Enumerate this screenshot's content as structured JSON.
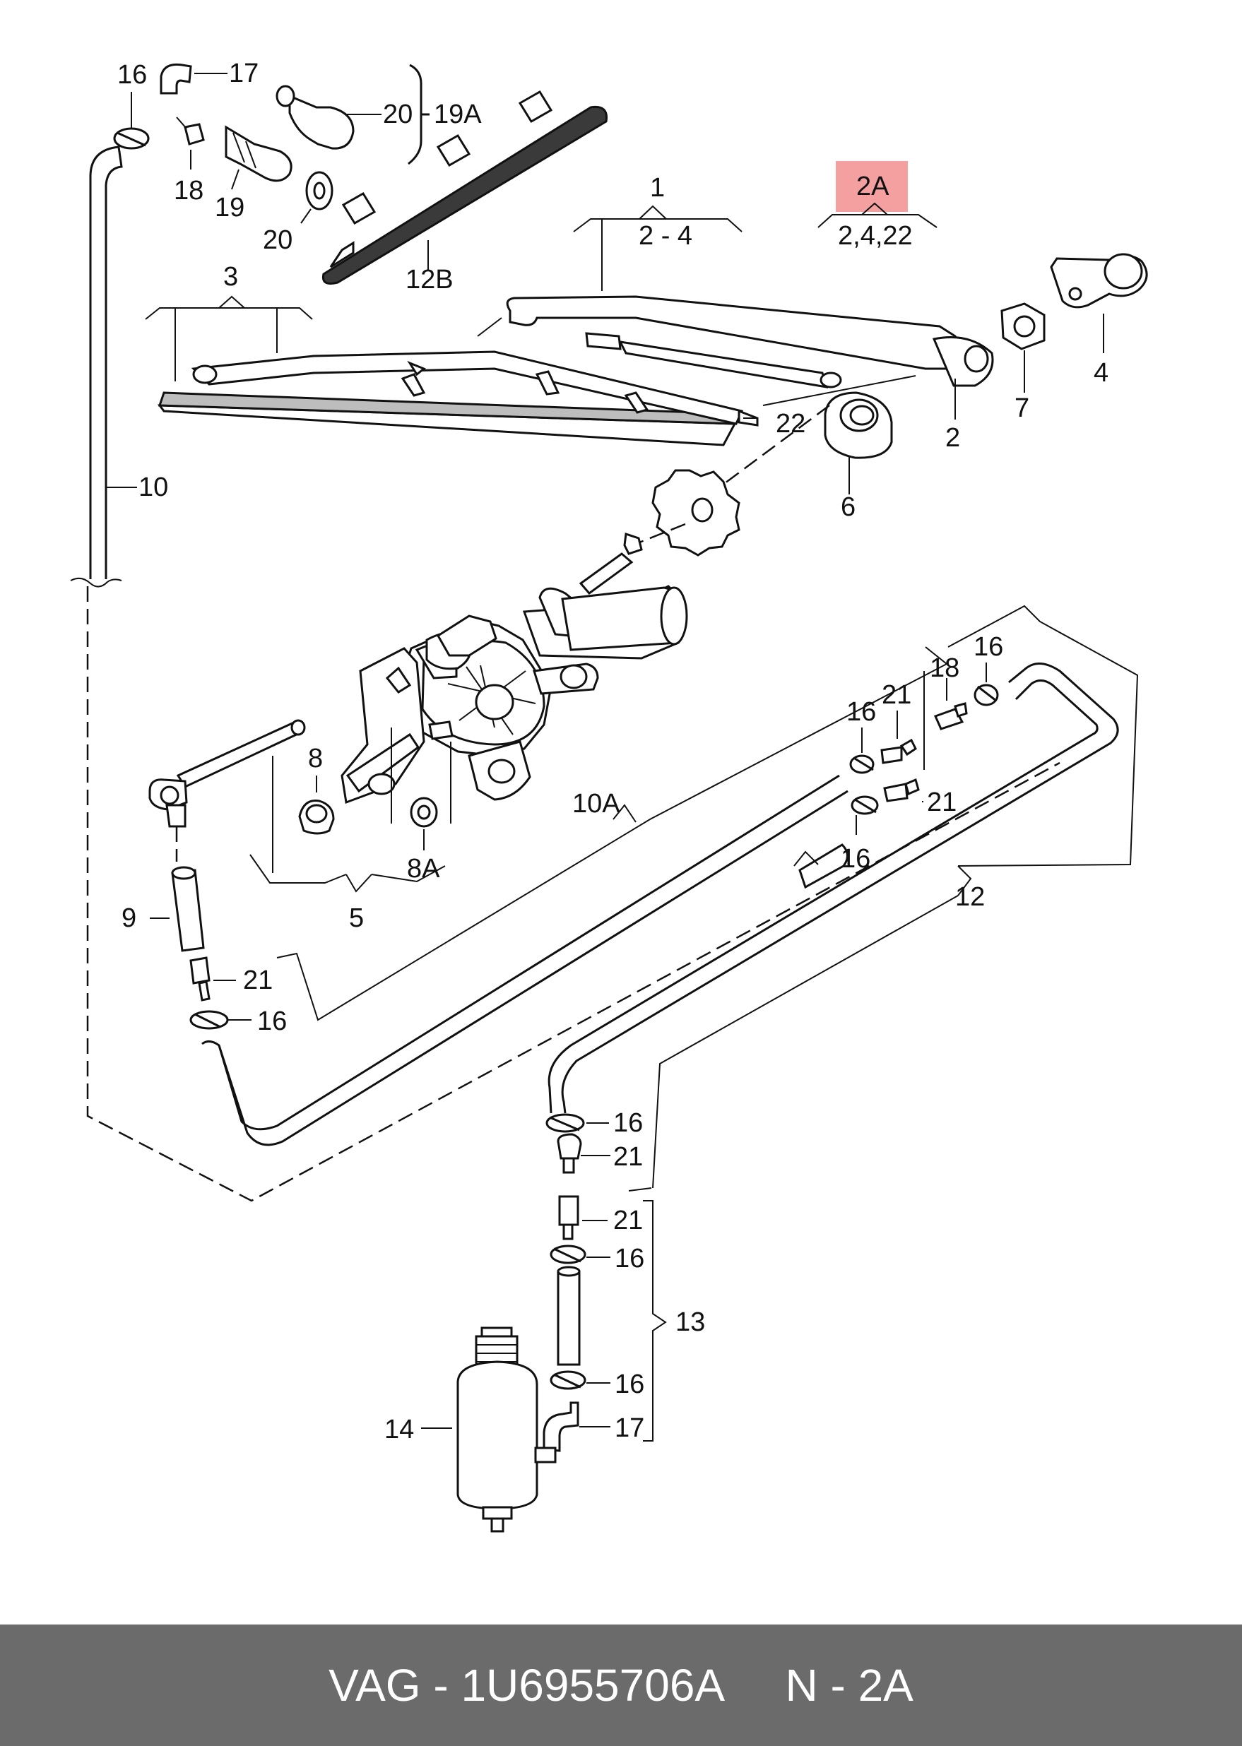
{
  "labels": {
    "l16a": "16",
    "l17a": "17",
    "l20a": "20",
    "l19A": "19A",
    "l18a": "18",
    "l19": "19",
    "l20b": "20",
    "l12B": "12B",
    "l1": "1",
    "l1range": "2 - 4",
    "l2A": "2A",
    "l2Arange": "2,4,22",
    "l3": "3",
    "l4": "4",
    "l7": "7",
    "l2": "2",
    "l22": "22",
    "l6": "6",
    "l10": "10",
    "l16b": "16",
    "l18b": "18",
    "l16c": "16",
    "l21a": "21",
    "l21b": "21",
    "l16d": "16",
    "l8": "8",
    "l8A": "8A",
    "l10A": "10A",
    "l5": "5",
    "l12": "12",
    "l9": "9",
    "l21c": "21",
    "l16e": "16",
    "l16f": "16",
    "l21d": "21",
    "l21e": "21",
    "l16g": "16",
    "l13": "13",
    "l16h": "16",
    "l14": "14",
    "l17b": "17"
  },
  "highlight": {
    "label_key": "l2A",
    "color": "#f4a0a0"
  },
  "footer": {
    "text": "VAG - 1U6955706A     N - 2A",
    "background": "#6b6b6b",
    "text_color": "#ffffff"
  }
}
